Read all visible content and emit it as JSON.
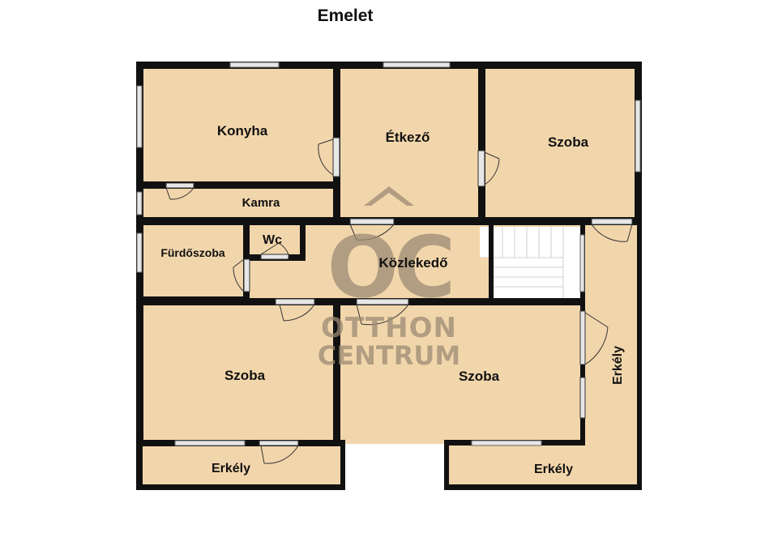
{
  "title": "Emelet",
  "rooms": {
    "konyha": "Konyha",
    "etkezo": "Étkező",
    "szoba_ne": "Szoba",
    "kamra": "Kamra",
    "wc": "Wc",
    "furdoszoba": "Fürdőszoba",
    "kozlekedo": "Közlekedő",
    "szoba_sw": "Szoba",
    "szoba_se": "Szoba",
    "erkely_east": "Erkély",
    "erkely_sw": "Erkély",
    "erkely_se": "Erkély"
  },
  "watermark": {
    "monogram": "OC",
    "line1": "OTTHON",
    "line2": "CENTRUM"
  },
  "colors": {
    "floor": "#f2d6ab",
    "wall": "#111111",
    "window": "#d9d9d9",
    "watermark": "#9c8a74"
  }
}
